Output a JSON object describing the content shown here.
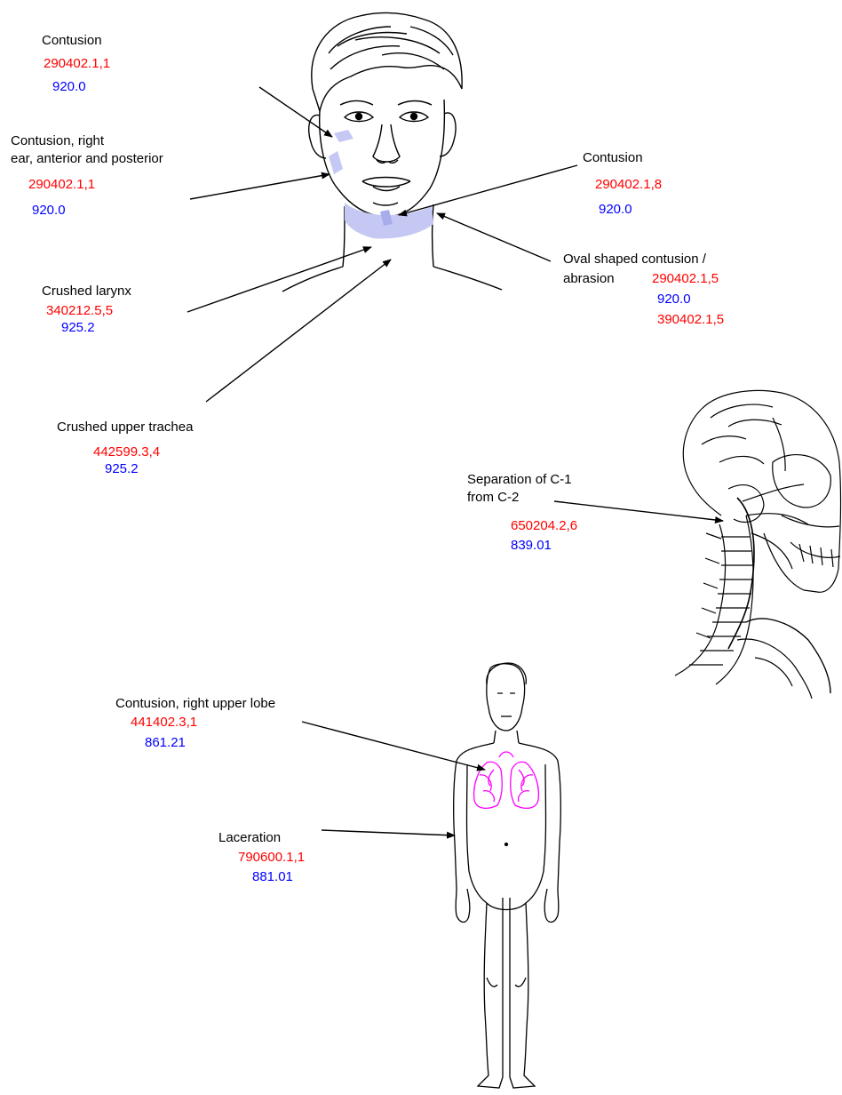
{
  "colors": {
    "label": "#000000",
    "code_red": "#ff0000",
    "code_blue": "#0000ff",
    "bruise": "#c6c8f4",
    "lungs": "#ff00ff"
  },
  "annotations": {
    "cheek": {
      "label": "Contusion",
      "code_red": "290402.1,1",
      "code_blue": "920.0"
    },
    "ear": {
      "label_line1": "Contusion, right",
      "label_line2": "ear, anterior and posterior",
      "code_red": "290402.1,1",
      "code_blue": "920.0"
    },
    "chin": {
      "label": "Contusion",
      "code_red": "290402.1,8",
      "code_blue": "920.0"
    },
    "oval": {
      "label_line1": "Oval shaped contusion /",
      "label_line2": "abrasion",
      "code_red_1": "290402.1,5",
      "code_blue": "920.0",
      "code_red_2": "390402.1,5"
    },
    "larynx": {
      "label": "Crushed larynx",
      "code_red": "340212.5,5",
      "code_blue": "925.2"
    },
    "trachea": {
      "label": "Crushed upper trachea",
      "code_red": "442599.3,4",
      "code_blue": "925.2"
    },
    "spine": {
      "label_line1": "Separation of C-1",
      "label_line2": "from C-2",
      "code_red": "650204.2,6",
      "code_blue": "839.01"
    },
    "lung": {
      "label": "Contusion, right upper lobe",
      "code_red": "441402.3,1",
      "code_blue": "861.21"
    },
    "laceration": {
      "label": "Laceration",
      "code_red": "790600.1,1",
      "code_blue": "881.01"
    }
  },
  "icons": [
    "head-illustration",
    "skull-illustration",
    "body-illustration",
    "lungs-illustration"
  ]
}
